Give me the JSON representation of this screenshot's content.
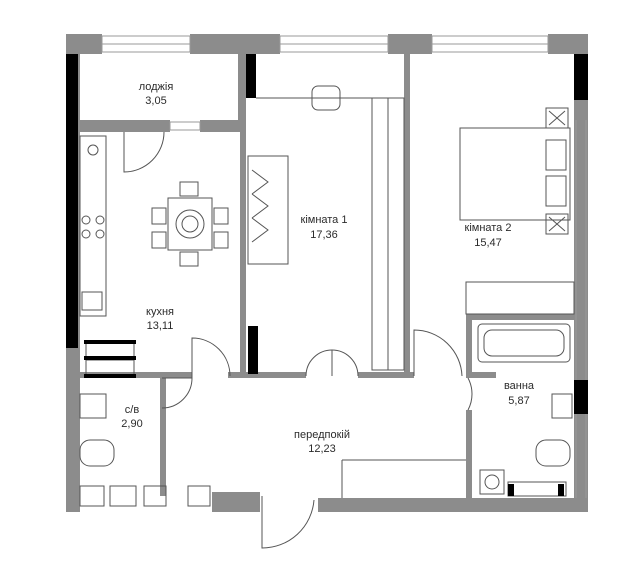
{
  "rooms": [
    {
      "key": "loggia",
      "name": "лоджія",
      "area": "3,05"
    },
    {
      "key": "kitchen",
      "name": "кухня",
      "area": "13,11"
    },
    {
      "key": "room1",
      "name": "кімната 1",
      "area": "17,36"
    },
    {
      "key": "room2",
      "name": "кімната 2",
      "area": "15,47"
    },
    {
      "key": "wc",
      "name": "с/в",
      "area": "2,90"
    },
    {
      "key": "hall",
      "name": "передпокій",
      "area": "12,23"
    },
    {
      "key": "bathroom",
      "name": "ванна",
      "area": "5,87"
    }
  ],
  "colors": {
    "wall": "#8c8c8c",
    "wall_dark": "#000000",
    "line": "#555555",
    "thin": "#9a9a9a",
    "text": "#2b2b2b"
  }
}
